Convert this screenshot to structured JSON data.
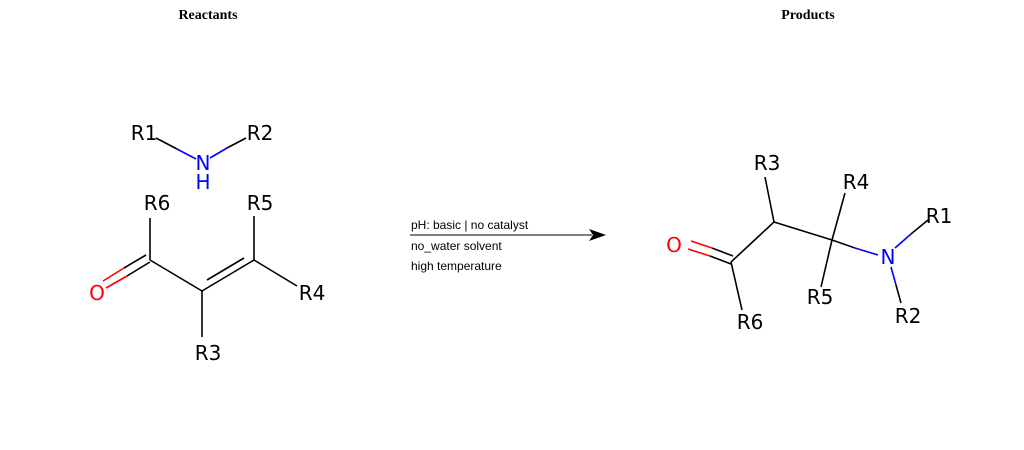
{
  "headers": {
    "reactants": "Reactants",
    "products": "Products"
  },
  "colors": {
    "bond": "#000000",
    "oxygen": "#ff0000",
    "nitrogen": "#0000ff"
  },
  "reactants": {
    "amine": {
      "r1": "R1",
      "n": "N",
      "h": "H",
      "r2": "R2"
    },
    "enone": {
      "o": "O",
      "r6": "R6",
      "r5": "R5",
      "r4": "R4",
      "r3": "R3"
    }
  },
  "conditions": {
    "line1": "pH: basic | no catalyst",
    "line2": "no_water solvent",
    "line3": "high temperature"
  },
  "product": {
    "o": "O",
    "r6": "R6",
    "r3": "R3",
    "r4": "R4",
    "r5": "R5",
    "n": "N",
    "r1": "R1",
    "r2": "R2"
  }
}
